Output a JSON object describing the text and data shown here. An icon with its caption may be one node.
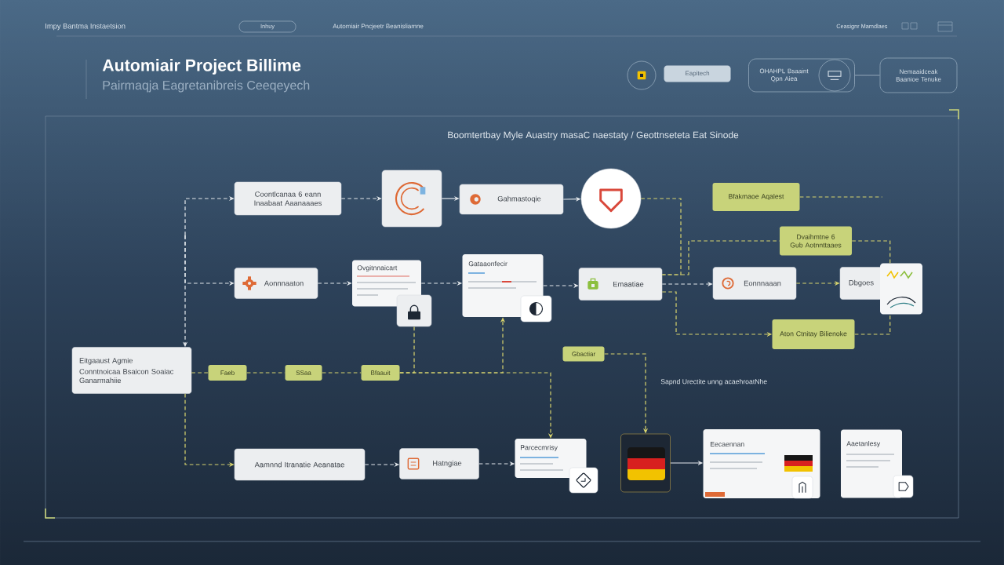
{
  "diagram": {
    "title": "Automiair Project Billime",
    "nodes": [
      {
        "text": [
          "Inhuy"
        ]
      },
      {
        "text": [
          "Eapitech"
        ]
      },
      {
        "text": [
          "OHAHPL Bsaaint",
          "Qpn Aiea"
        ]
      },
      {
        "text": [
          "Nemaaidceak",
          "Baanioe Tenuke"
        ]
      },
      {
        "text": [
          "Coontlcanaa 6 eann Inaabaat Aaanaaaes"
        ]
      },
      {
        "text": [],
        "shape": "box"
      },
      {
        "text": [
          "Gahmastoqie"
        ]
      },
      {
        "text": [],
        "shape": "circle"
      },
      {
        "text": [
          "Bfakmaoe Aqalest"
        ]
      },
      {
        "text": [
          "Dvaihmtne 6 Gub Aotnnttaaes"
        ]
      },
      {
        "text": [
          "Aonnnaaton"
        ]
      },
      {
        "text": [
          "Ovgitnnaicart"
        ]
      },
      {
        "text": [
          "Gataaonfecir"
        ]
      },
      {
        "text": [
          "Emaatiae"
        ]
      },
      {
        "text": [
          "Eonnnaaan"
        ]
      },
      {
        "text": [
          "Dbgoes"
        ]
      },
      {
        "text": [],
        "shape": "picture"
      },
      {
        "text": [],
        "shape": "box"
      },
      {
        "text": [
          "Aton Ctnitay Bilienoke"
        ]
      },
      {
        "text": [
          "Eitgaaust Agmie",
          "Conntnoicaa Bsaicon Soaiac Ganarmahiie"
        ]
      },
      {
        "text": [
          "Gbactiar"
        ]
      },
      {
        "text": [
          "Faeb"
        ]
      },
      {
        "text": [
          "SSaa"
        ]
      },
      {
        "text": [
          "Bfaauit"
        ]
      },
      {
        "text": [
          "Aamnnd Itranatie Aeanatae"
        ]
      },
      {
        "text": [
          "Hatngiae"
        ]
      },
      {
        "text": [
          "Parcecmrisy"
        ]
      },
      {
        "text": [],
        "shape": "picture"
      },
      {
        "text": [
          "Eecaennan"
        ]
      },
      {
        "text": [
          "Aaetanlesy"
        ]
      }
    ],
    "edges": [
      {
        "from": null,
        "to": 4,
        "arrow": "to",
        "style": "dashed",
        "color": "#e4e8ec"
      },
      {
        "from": null,
        "to": 10,
        "arrow": "to",
        "style": "dashed",
        "color": "#e4e8ec"
      },
      {
        "from": null,
        "to": 19,
        "arrow": "to",
        "style": "dashed",
        "color": "#e4e8ec"
      },
      {
        "from": 4,
        "to": 5,
        "arrow": "to",
        "style": "dashed",
        "color": "#e4e8ec"
      },
      {
        "from": 5,
        "to": 6,
        "arrow": "to",
        "color": "#e4e8ec"
      },
      {
        "from": 6,
        "to": 7,
        "arrow": "to",
        "color": "#e4e8ec"
      },
      {
        "from": 7,
        "to": 13,
        "arrow": "none",
        "style": "dashed"
      },
      {
        "from": 8,
        "to": null,
        "arrow": "none",
        "style": "dashed"
      },
      {
        "from": 13,
        "to": 9,
        "arrow": "none",
        "style": "dashed"
      },
      {
        "from": 9,
        "to": 16,
        "arrow": "none",
        "style": "dashed"
      },
      {
        "from": 10,
        "to": 11,
        "arrow": "to",
        "style": "dashed",
        "color": "#e4e8ec"
      },
      {
        "from": 11,
        "to": 12,
        "arrow": "to",
        "style": "dashed",
        "color": "#e4e8ec"
      },
      {
        "from": 12,
        "to": 13,
        "arrow": "to",
        "style": "dashed",
        "color": "#e4e8ec"
      },
      {
        "from": 13,
        "to": 14,
        "arrow": "to",
        "style": "dashed",
        "color": "#e4e8ec"
      },
      {
        "from": 13,
        "to": 18,
        "arrow": "to",
        "style": "dashed"
      },
      {
        "from": 14,
        "to": 15,
        "arrow": "to",
        "style": "dashed"
      },
      {
        "from": 18,
        "to": 16,
        "arrow": "none",
        "style": "dashed"
      },
      {
        "from": 19,
        "to": 21,
        "arrow": "none",
        "style": "dashed"
      },
      {
        "from": 21,
        "to": 22,
        "arrow": "none",
        "style": "dashed"
      },
      {
        "from": 22,
        "to": 23,
        "arrow": "none",
        "style": "dashed"
      },
      {
        "from": 23,
        "to": 17,
        "arrow": "none",
        "style": "dashed"
      },
      {
        "from": 23,
        "to": 12,
        "arrow": "to",
        "style": "dashed"
      },
      {
        "from": 23,
        "to": 26,
        "arrow": "to",
        "style": "dashed"
      },
      {
        "from": 20,
        "to": 27,
        "arrow": "to",
        "style": "dashed"
      },
      {
        "from": 19,
        "to": 24,
        "arrow": "to",
        "style": "dashed"
      },
      {
        "from": 24,
        "to": 25,
        "arrow": "to",
        "style": "dashed",
        "color": "#e4e8ec"
      },
      {
        "from": 25,
        "to": 26,
        "arrow": "to",
        "style": "dashed",
        "color": "#e4e8ec"
      },
      {
        "from": 27,
        "to": 28,
        "arrow": "to",
        "color": "#e4e8ec"
      },
      {
        "from": 2,
        "to": 3,
        "arrow": "none",
        "color": "#8fa3b6"
      }
    ],
    "labels": [
      "Impy Bantma Instaetsion",
      "Automiair Pncjeetr Beanisliamne",
      "Ceasignr Mamdlaes",
      "Pairmaqja Eagretanibreis Ceeqeyech",
      "Boomtertbay Myle Auastry masaC naestaty / Geottnseteta Eat Sinode",
      "Sapnd Urectite unng acaehroatNhe"
    ]
  }
}
